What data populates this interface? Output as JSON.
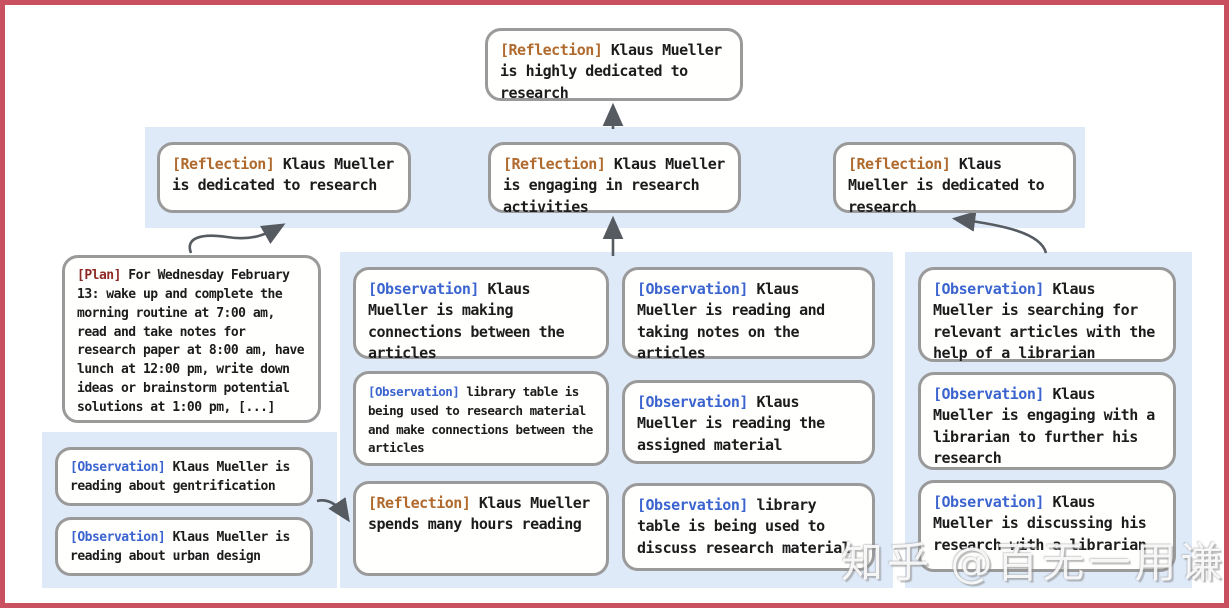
{
  "watermark": "知乎 @百无一用谦书生",
  "colors": {
    "frame_border": "#c85060",
    "band_background": "#dfeaf9",
    "box_border": "#9a9a9a",
    "reflection_label": "#b06a2e",
    "observation_label": "#3b64cf",
    "plan_label": "#8f2b26",
    "arrow": "#565b61"
  },
  "nodes": {
    "root": {
      "tag": "[Reflection]",
      "text": "Klaus Mueller is highly dedicated to research"
    },
    "r1": {
      "tag": "[Reflection]",
      "text": "Klaus Mueller is dedicated to research"
    },
    "r2": {
      "tag": "[Reflection]",
      "text": "Klaus Mueller is engaging in research activities"
    },
    "r3": {
      "tag": "[Reflection]",
      "text": "Klaus Mueller is dedicated to research"
    },
    "plan": {
      "tag": "[Plan]",
      "text": "For Wednesday February 13: wake up and complete the morning routine at 7:00 am, read and take notes for research paper at 8:00 am, have lunch at 12:00 pm, write down ideas or brainstorm potential solutions at 1:00 pm, [...]"
    },
    "obs_left_1": {
      "tag": "[Observation]",
      "text": "Klaus Mueller is reading about gentrification"
    },
    "obs_left_2": {
      "tag": "[Observation]",
      "text": "Klaus Mueller is reading about urban design"
    },
    "obs_mid_1": {
      "tag": "[Observation]",
      "text": "Klaus Mueller is making connections between the articles"
    },
    "obs_mid_2": {
      "tag": "[Observation]",
      "text": "library table is being used to research material and make connections between the articles"
    },
    "refl_mid": {
      "tag": "[Reflection]",
      "text": "Klaus Mueller spends many hours reading"
    },
    "obs_mid_3": {
      "tag": "[Observation]",
      "text": "Klaus Mueller is reading and taking notes on the articles"
    },
    "obs_mid_4": {
      "tag": "[Observation]",
      "text": "Klaus Mueller is reading the assigned material"
    },
    "obs_mid_5": {
      "tag": "[Observation]",
      "text": "library table is being used to discuss research material"
    },
    "obs_right_1": {
      "tag": "[Observation]",
      "text": "Klaus Mueller is searching for relevant articles with the help of a librarian"
    },
    "obs_right_2": {
      "tag": "[Observation]",
      "text": "Klaus Mueller is engaging with a librarian to further his research"
    },
    "obs_right_3": {
      "tag": "[Observation]",
      "text": "Klaus Mueller is discussing his research with a librarian"
    }
  }
}
